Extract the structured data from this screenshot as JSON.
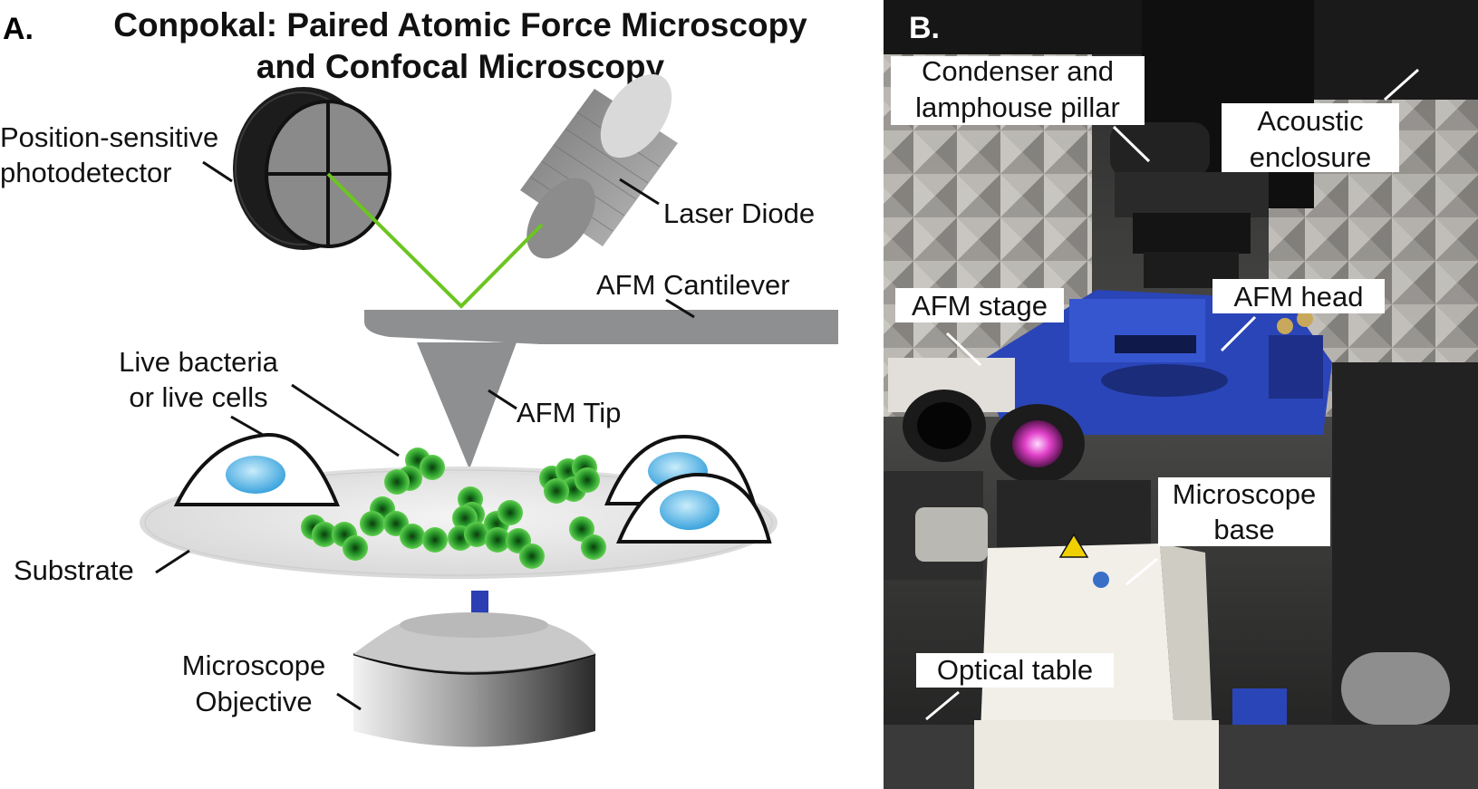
{
  "panel_a": {
    "letter": "A.",
    "title_line1": "Conpokal: Paired Atomic Force Microscopy",
    "title_line2": "and Confocal Microscopy",
    "labels": {
      "photodetector_1": "Position-sensitive",
      "photodetector_2": "photodetector",
      "laser_diode": "Laser Diode",
      "cantilever": "AFM Cantilever",
      "tip": "AFM Tip",
      "live_1": "Live bacteria",
      "live_2": "or live cells",
      "substrate": "Substrate",
      "objective_1": "Microscope",
      "objective_2": "Objective"
    }
  },
  "panel_b": {
    "letter": "B.",
    "labels": {
      "condenser_1": "Condenser and",
      "condenser_2": "lamphouse pillar",
      "acoustic_1": "Acoustic",
      "acoustic_2": "enclosure",
      "afm_stage": "AFM stage",
      "afm_head": "AFM head",
      "base_1": "Microscope",
      "base_2": "base",
      "optical_table": "Optical table"
    }
  },
  "colors": {
    "laser_beam": "#6cc520",
    "bacteria": "#3bb33b",
    "nucleus": "#5bb8ea",
    "instrument_blue": "#2a45b8"
  }
}
